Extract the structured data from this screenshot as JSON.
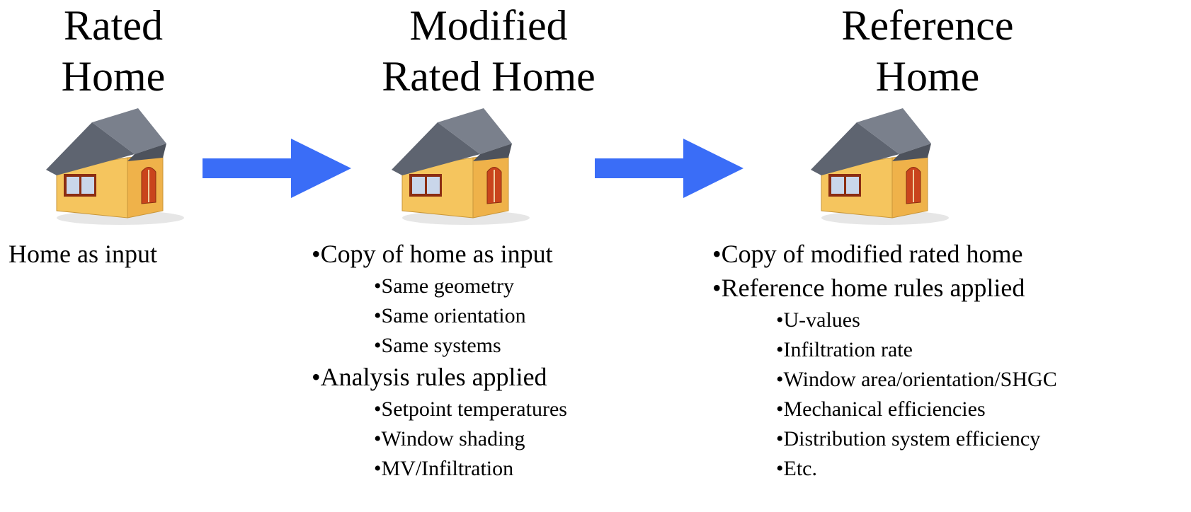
{
  "columns": [
    {
      "title": [
        "Rated",
        "Home"
      ],
      "intro": "Home as input"
    },
    {
      "title": [
        "Modified",
        "Rated Home"
      ],
      "bullets": [
        {
          "text": "•Copy of home as input",
          "level": 1
        },
        {
          "text": "•Same geometry",
          "level": 2
        },
        {
          "text": "•Same orientation",
          "level": 2
        },
        {
          "text": "•Same systems",
          "level": 2
        },
        {
          "text": "•Analysis rules applied",
          "level": 1
        },
        {
          "text": "•Setpoint temperatures",
          "level": 2
        },
        {
          "text": "•Window shading",
          "level": 2
        },
        {
          "text": "•MV/Infiltration",
          "level": 2
        }
      ]
    },
    {
      "title": [
        "Reference",
        "Home"
      ],
      "bullets": [
        {
          "text": "•Copy of modified rated home",
          "level": 1
        },
        {
          "text": "•Reference home rules applied",
          "level": 1
        },
        {
          "text": "•U-values",
          "level": 2
        },
        {
          "text": "•Infiltration rate",
          "level": 2
        },
        {
          "text": "•Window area/orientation/SHGC",
          "level": 2
        },
        {
          "text": "•Mechanical efficiencies",
          "level": 2
        },
        {
          "text": "•Distribution system efficiency",
          "level": 2
        },
        {
          "text": "•Etc.",
          "level": 2
        }
      ]
    }
  ],
  "colors": {
    "arrow": "#3a6df7",
    "roof": "#5e6470",
    "wall": "#f5c55e",
    "door": "#c9441c"
  },
  "icons": [
    "house-icon",
    "right-arrow-icon"
  ]
}
